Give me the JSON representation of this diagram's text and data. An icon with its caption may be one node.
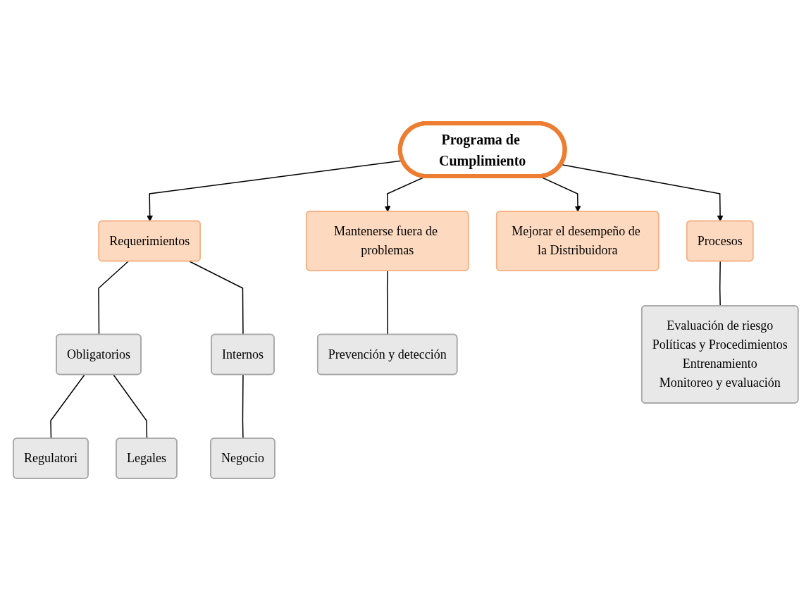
{
  "diagram": {
    "nodes": [
      {
        "text": [
          "Programa de Cumplimiento"
        ]
      },
      {
        "text": [
          "Requerimientos"
        ]
      },
      {
        "text": [
          "Obligatorios"
        ]
      },
      {
        "text": [
          "Internos"
        ]
      },
      {
        "text": [
          "Regulatori"
        ]
      },
      {
        "text": [
          "Legales"
        ]
      },
      {
        "text": [
          "Negocio"
        ]
      },
      {
        "text": [
          "Mantenerse fuera de problemas"
        ]
      },
      {
        "text": [
          "Prevención y detección"
        ]
      },
      {
        "text": [
          "Mejorar el desempeño de la Distribuidora"
        ]
      },
      {
        "text": [
          "Procesos"
        ]
      },
      {
        "text": [
          "Evaluación de riesgo",
          "Políticas y Procedimientos",
          "Entrenamiento",
          "Monitoreo y evaluación"
        ]
      }
    ],
    "edges": [
      {
        "from": 0,
        "to": 1,
        "arrow": "to"
      },
      {
        "from": 0,
        "to": 7,
        "arrow": "to"
      },
      {
        "from": 0,
        "to": 9,
        "arrow": "to"
      },
      {
        "from": 0,
        "to": 10,
        "arrow": "to"
      },
      {
        "from": 1,
        "to": 2,
        "arrow": "none"
      },
      {
        "from": 1,
        "to": 3,
        "arrow": "none"
      },
      {
        "from": 2,
        "to": 4,
        "arrow": "none"
      },
      {
        "from": 2,
        "to": 5,
        "arrow": "none"
      },
      {
        "from": 3,
        "to": 6,
        "arrow": "none"
      },
      {
        "from": 7,
        "to": 8,
        "arrow": "none"
      },
      {
        "from": 10,
        "to": 11,
        "arrow": "none"
      }
    ]
  }
}
